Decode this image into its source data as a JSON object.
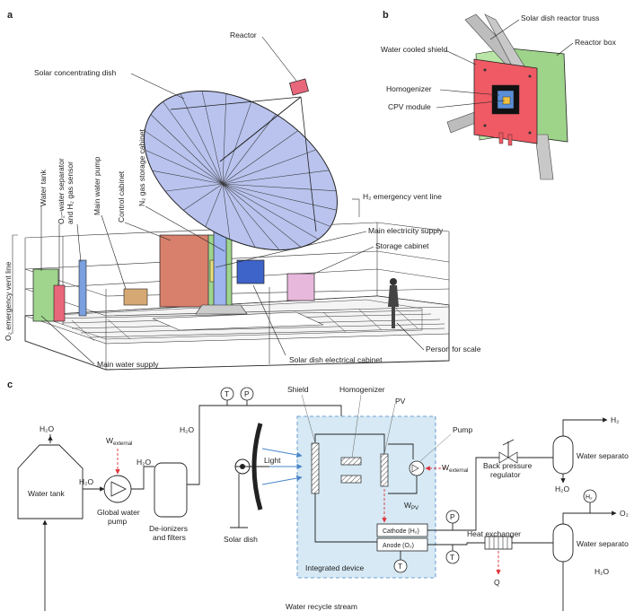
{
  "panel_a": {
    "letter": "a",
    "labels": {
      "reactor": "Reactor",
      "solar_dish": "Solar concentrating dish",
      "water_tank": "Water tank",
      "o2_sep_1": "O₂–water separator",
      "o2_sep_2": "and H₂ gas sensor",
      "main_pump": "Main water pump",
      "control_cabinet": "Control cabinet",
      "n2_storage": "N₂ gas storage cabinet",
      "h2_vent": "H₂ emergency vent line",
      "o2_vent": "O₂ emergency vent line",
      "main_electricity": "Main electricity supply",
      "storage_cabinet": "Storage cabinet",
      "person": "Person for scale",
      "main_water_supply": "Main water supply",
      "dish_cabinet": "Solar dish electrical cabinet"
    }
  },
  "panel_b": {
    "letter": "b",
    "labels": {
      "truss": "Solar dish reactor truss",
      "shield": "Water cooled shield",
      "reactor_box": "Reactor box",
      "homogenizer": "Homogenizer",
      "cpv": "CPV module"
    }
  },
  "panel_c": {
    "letter": "c",
    "labels": {
      "h2o_top": "H₂O",
      "water_tank": "Water tank",
      "h2o_arrow": "H₂O",
      "w_external_1": "W",
      "w_external_1_sub": "external",
      "h2o_filter": "H₂O",
      "global_pump_1": "Global water",
      "global_pump_2": "pump",
      "deion_1": "De-ionizers",
      "deion_2": "and filters",
      "t_gauge": "T",
      "p_gauge": "P",
      "h2o_line": "H₂O",
      "solar_dish": "Solar dish",
      "light": "Light",
      "shield": "Shield",
      "homogenizer": "Homogenizer",
      "pv": "PV",
      "pump": "Pump",
      "w_external_2": "W",
      "w_external_2_sub": "external",
      "w_pv": "W",
      "w_pv_sub": "PV",
      "cathode": "Cathode (H₂)",
      "anode": "Anode (O₂)",
      "t_anode": "T",
      "integrated_device": "Integrated device",
      "p_gauge_2": "P",
      "t_gauge_2": "T",
      "back_pressure_1": "Back pressure",
      "back_pressure_2": "regulator",
      "heat_exchanger": "Heat exchanger",
      "q": "Q",
      "h2_out": "H₂",
      "water_sep_1": "Water separato",
      "h2o_sep_1": "H₂O",
      "h2_badge": "H₂",
      "o2_out": "O₂",
      "water_sep_2": "Water separato",
      "h2o_sep_2": "H₂O",
      "recycle": "Water recycle stream"
    }
  },
  "colors": {
    "dish": "#b9c3ee",
    "reactor": "#e8677b",
    "water_tank": "#9fd58c",
    "control_cabinet": "#d8806c",
    "n2_cabinet": "#9fd58c",
    "dish_cabinet": "#3e63c9",
    "storage_cabinet": "#e7b8dc",
    "shield_red": "#ef5a64",
    "reactor_box": "#9ed48a",
    "integrated_bg": "#d6e9f4",
    "dashed_red": "#e0313a",
    "light_arrow": "#4a86c8"
  }
}
